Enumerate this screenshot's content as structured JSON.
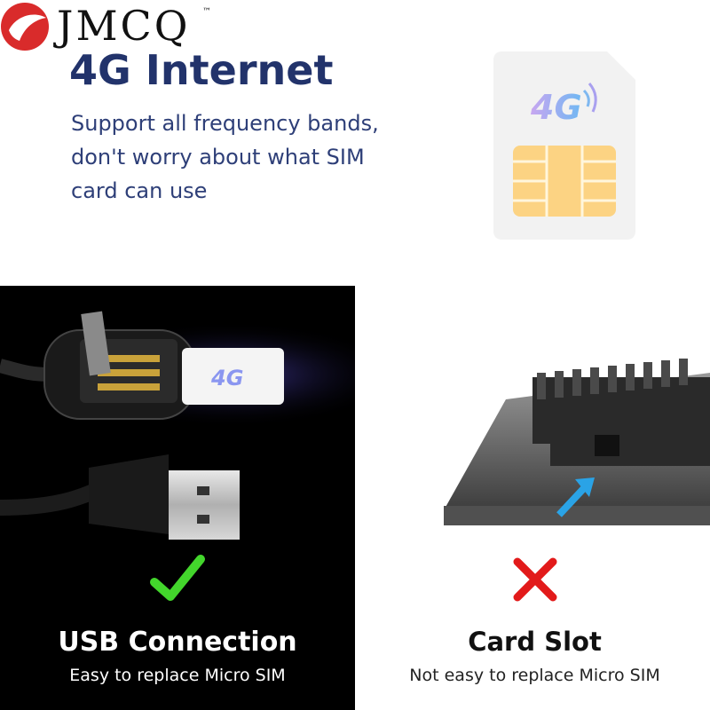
{
  "brand": {
    "name": "JMCQ",
    "trademark": "™"
  },
  "headline": "4G Internet",
  "description": [
    "Support all frequency bands,",
    "don't worry about what SIM",
    "card can use"
  ],
  "sim_card": {
    "label": "4G"
  },
  "usb_option": {
    "title": "USB Connection",
    "subtitle": "Easy to replace Micro SIM",
    "status_icon": "check-icon"
  },
  "slot_option": {
    "title": "Card Slot",
    "subtitle": "Not easy to replace Micro SIM",
    "status_icon": "x-icon"
  },
  "colors": {
    "headline": "#22336b",
    "logo_red": "#d92b2b",
    "check_green": "#43d62c",
    "cross_red": "#e21a1a",
    "sim_chip": "#fcd383",
    "arrow_blue": "#2aa3e6"
  }
}
